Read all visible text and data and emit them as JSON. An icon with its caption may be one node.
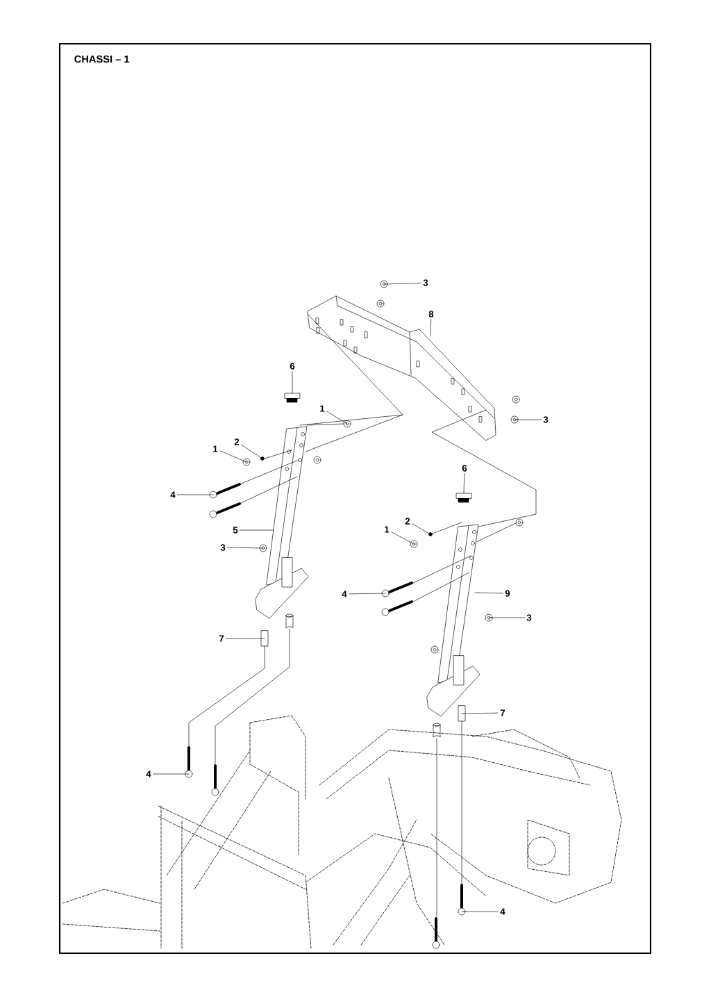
{
  "diagram": {
    "title": "CHASSI – 1",
    "nodes": [
      {
        "text": [
          "3"
        ]
      },
      {
        "text": [
          "8"
        ]
      },
      {
        "text": [
          "6"
        ]
      },
      {
        "text": [
          "1"
        ]
      },
      {
        "text": [
          "3"
        ]
      },
      {
        "text": [
          "2"
        ]
      },
      {
        "text": [
          "1"
        ]
      },
      {
        "text": [
          "4"
        ]
      },
      {
        "text": [
          "6"
        ]
      },
      {
        "text": [
          "5"
        ]
      },
      {
        "text": [
          "2"
        ]
      },
      {
        "text": [
          "1"
        ]
      },
      {
        "text": [
          "3"
        ]
      },
      {
        "text": [
          "4"
        ]
      },
      {
        "text": [
          "9"
        ]
      },
      {
        "text": [
          "3"
        ]
      },
      {
        "text": [
          "7"
        ]
      },
      {
        "text": [
          "7"
        ]
      },
      {
        "text": [
          "4"
        ]
      },
      {
        "text": [
          "4"
        ]
      },
      {
        "text": [],
        "shape": "picture"
      },
      {
        "text": [],
        "shape": "picture"
      },
      {
        "text": [],
        "shape": "box"
      },
      {
        "text": [],
        "shape": "picture"
      },
      {
        "text": [],
        "shape": "picture"
      },
      {
        "text": [],
        "shape": "circle"
      },
      {
        "text": [],
        "shape": "picture"
      },
      {
        "text": [],
        "shape": "picture"
      },
      {
        "text": [],
        "shape": "box"
      },
      {
        "text": [],
        "shape": "picture"
      },
      {
        "text": [],
        "shape": "circle"
      },
      {
        "text": [],
        "shape": "picture"
      },
      {
        "text": [],
        "shape": "picture"
      },
      {
        "text": [],
        "shape": "picture"
      },
      {
        "text": [],
        "shape": "picture"
      },
      {
        "text": [],
        "shape": "picture"
      },
      {
        "text": [],
        "shape": "box"
      },
      {
        "text": [],
        "shape": "box"
      },
      {
        "text": [],
        "shape": "picture"
      },
      {
        "text": [],
        "shape": "picture"
      },
      {
        "text": [],
        "shape": "picture"
      },
      {
        "text": [],
        "shape": "picture"
      }
    ],
    "edges": [
      {
        "from": 0,
        "to": 20,
        "arrow": "none"
      },
      {
        "from": 1,
        "to": 21,
        "arrow": "none"
      },
      {
        "from": 2,
        "to": 22,
        "arrow": "none"
      },
      {
        "from": 3,
        "to": 23,
        "arrow": "none"
      },
      {
        "from": 4,
        "to": 24,
        "arrow": "none"
      },
      {
        "from": 5,
        "to": 25,
        "arrow": "none"
      },
      {
        "from": 6,
        "to": 26,
        "arrow": "none"
      },
      {
        "from": 7,
        "to": 27,
        "arrow": "none"
      },
      {
        "from": 8,
        "to": 28,
        "arrow": "none"
      },
      {
        "from": 9,
        "to": 29,
        "arrow": "none"
      },
      {
        "from": 10,
        "to": 30,
        "arrow": "none"
      },
      {
        "from": 11,
        "to": 31,
        "arrow": "none"
      },
      {
        "from": 12,
        "to": 32,
        "arrow": "none"
      },
      {
        "from": 13,
        "to": 33,
        "arrow": "none"
      },
      {
        "from": 14,
        "to": 34,
        "arrow": "none"
      },
      {
        "from": 15,
        "to": 35,
        "arrow": "none"
      },
      {
        "from": 16,
        "to": 36,
        "arrow": "none"
      },
      {
        "from": 17,
        "to": 37,
        "arrow": "none"
      },
      {
        "from": 18,
        "to": 38,
        "arrow": "none"
      },
      {
        "from": 19,
        "to": 39,
        "arrow": "none"
      },
      {
        "from": 29,
        "to": 21,
        "arrow": "none"
      },
      {
        "from": 29,
        "to": 21,
        "arrow": "none"
      },
      {
        "from": 34,
        "to": 21,
        "arrow": "none"
      },
      {
        "from": 36,
        "to": 38,
        "arrow": "none"
      },
      {
        "from": 37,
        "to": 39,
        "arrow": "none"
      },
      {
        "from": 27,
        "to": 29,
        "arrow": "none"
      },
      {
        "from": 40,
        "to": 29,
        "arrow": "none"
      },
      {
        "from": 33,
        "to": 34,
        "arrow": "none"
      },
      {
        "from": 41,
        "to": 34,
        "arrow": "none"
      },
      {
        "from": 25,
        "to": 29,
        "arrow": "none"
      },
      {
        "from": 30,
        "to": 34,
        "arrow": "none"
      },
      {
        "from": 23,
        "to": 29,
        "arrow": "none"
      }
    ]
  }
}
